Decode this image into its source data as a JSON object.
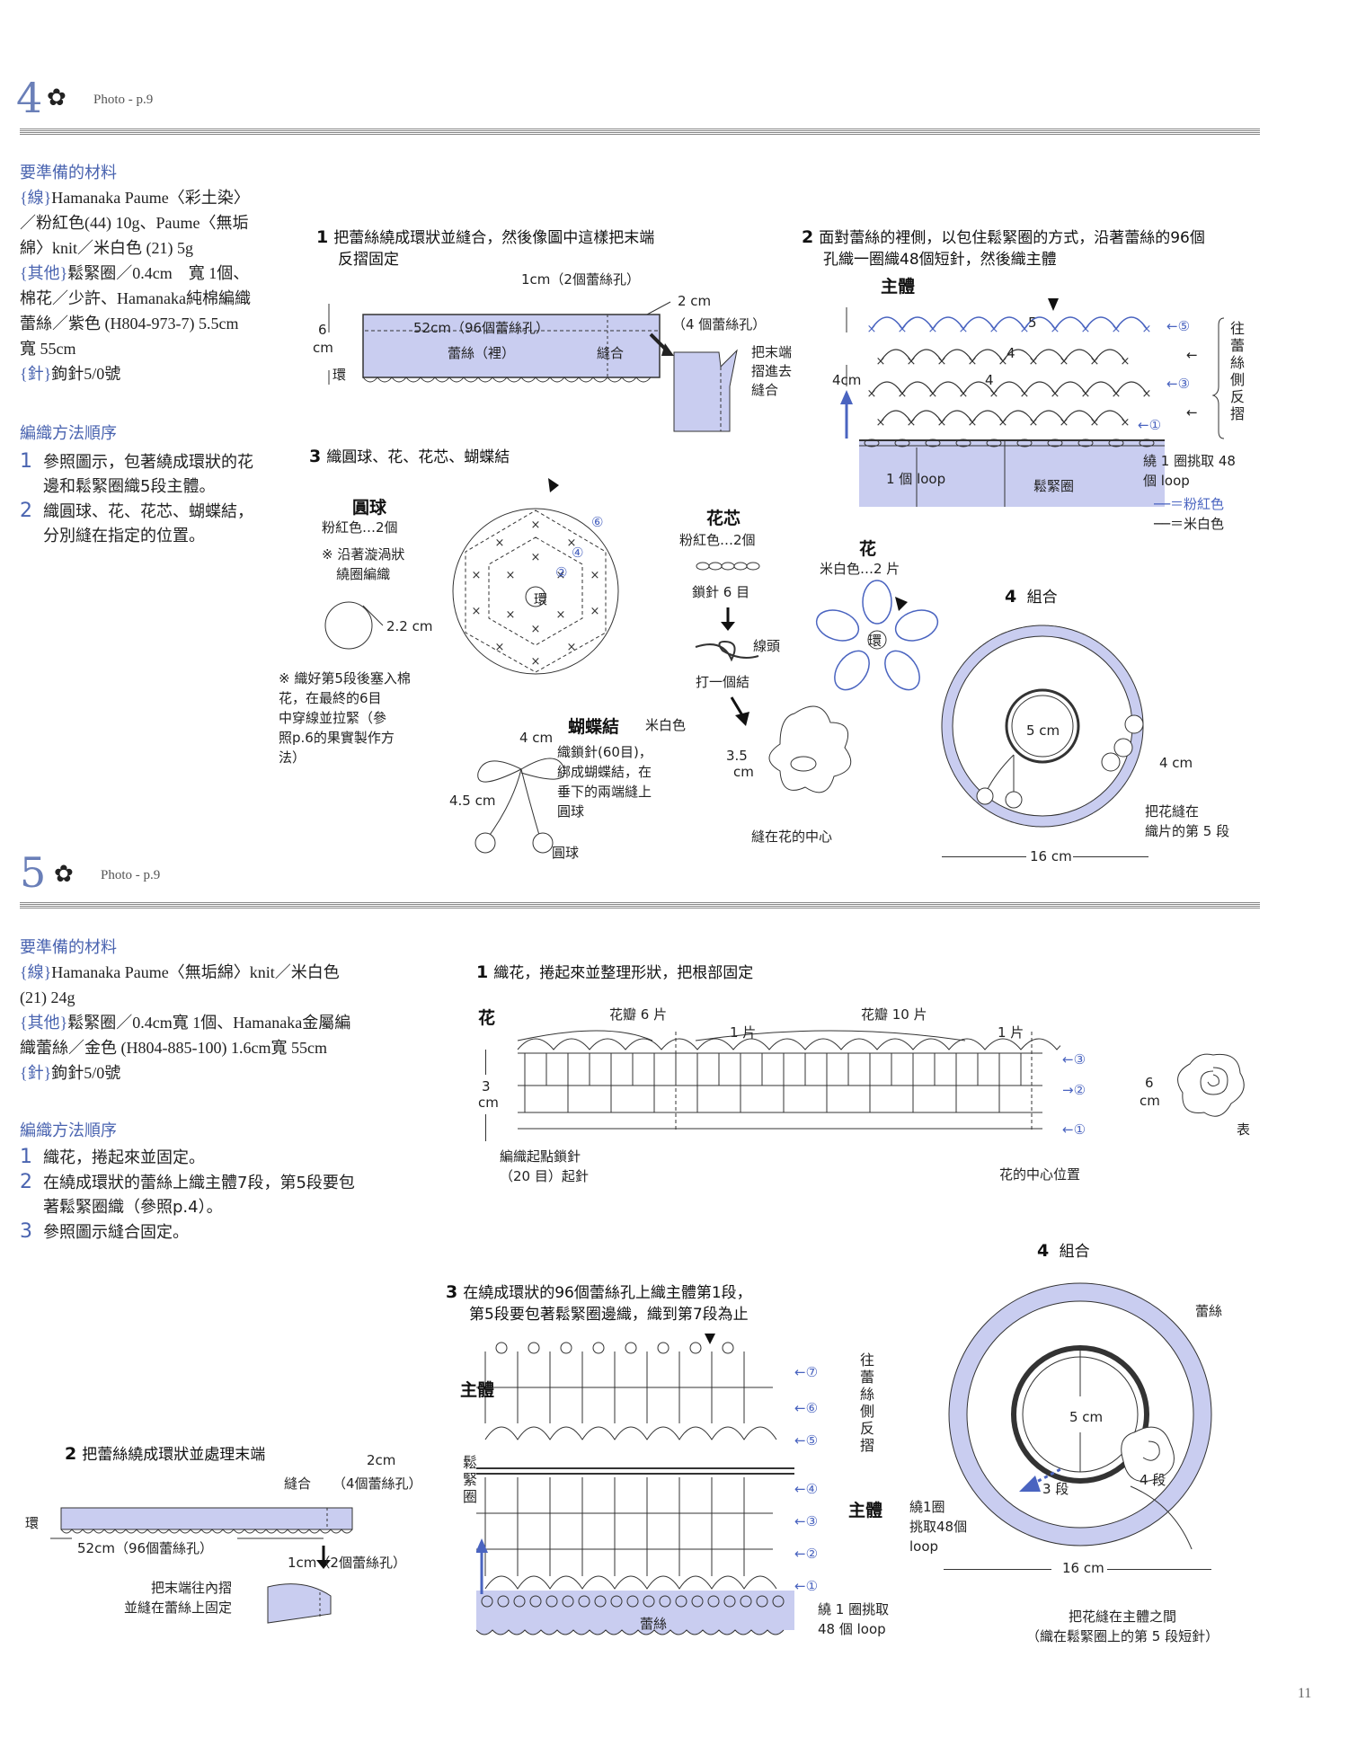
{
  "section4": {
    "number": "4",
    "photo_ref": "Photo - p.9",
    "materials_heading": "要準備的材料",
    "materials": [
      {
        "tag": "{線}",
        "text": "Hamanaka Paume〈彩土染〉"
      },
      {
        "tag": "",
        "text": "／粉紅色(44) 10g、Paume〈無垢"
      },
      {
        "tag": "",
        "text": "綿〉knit／米白色 (21) 5g"
      },
      {
        "tag": "{其他}",
        "text": "鬆緊圈／0.4cm　寬 1個、"
      },
      {
        "tag": "",
        "text": "棉花／少許、Hamanaka純棉編織"
      },
      {
        "tag": "",
        "text": "蕾絲／紫色 (H804-973-7) 5.5cm"
      },
      {
        "tag": "",
        "text": "寬 55cm"
      },
      {
        "tag": "{針}",
        "text": "鉤針5/0號"
      }
    ],
    "method_heading": "編織方法順序",
    "method": [
      {
        "n": "1",
        "lines": [
          "參照圖示，包著繞成環狀的花",
          "邊和鬆緊圈織5段主體。"
        ]
      },
      {
        "n": "2",
        "lines": [
          "織圓球、花、花芯、蝴蝶結，",
          "分別縫在指定的位置。"
        ]
      }
    ],
    "step1": {
      "num": "1",
      "lines": [
        "把蕾絲繞成環狀並縫合，然後像圖中這樣把末端",
        "反摺固定"
      ],
      "lbl_1cm": "1cm（2個蕾絲孔）",
      "lbl_52cm": "52cm（96個蕾絲孔）",
      "lbl_lace_inner": "蕾絲（裡）",
      "lbl_seam": "縫合",
      "lbl_2cm": "2 cm",
      "lbl_4holes": "（4 個蕾絲孔）",
      "lbl_6cm": "6",
      "lbl_cm": "cm",
      "lbl_ring": "環",
      "fold_note": [
        "把末端",
        "摺進去",
        "縫合"
      ]
    },
    "step2": {
      "num": "2",
      "lines": [
        "面對蕾絲的裡側，以包住鬆緊圈的方式，沿著蕾絲的96個",
        "孔織一圈織48個短針，然後織主體"
      ],
      "title": "主體",
      "height": "4cm",
      "rows": [
        "←⑤",
        "←",
        "←③",
        "←",
        "←①"
      ],
      "row_labels": [
        "5",
        "4",
        "4"
      ],
      "side_note": "往蕾絲側反摺",
      "loop1": "1 個 loop",
      "elastic": "鬆緊圈",
      "pick": [
        "繞 1 圈挑取 48",
        "個 loop"
      ],
      "legend": [
        "──＝粉紅色",
        "──＝米白色"
      ]
    },
    "step3": {
      "num": "3",
      "title": "織圓球、花、花芯、蝴蝶結",
      "ball_title": "圓球",
      "ball_color": "粉紅色…2個",
      "ball_note": [
        "※ 沿著漩渦狀",
        "繞圈編織"
      ],
      "ball_size": "2.2 cm",
      "ball_center": "環",
      "ball_rounds": [
        "⑥",
        "④",
        "②"
      ],
      "stuff_note": [
        "※ 織好第5段後塞入棉",
        "花，在最終的6目",
        "中穿線並拉緊（參",
        "照p.6的果實製作方",
        "法）"
      ],
      "core_title": "花芯",
      "core_color": "粉紅色…2個",
      "core_chain": "鎖針 6 目",
      "core_tail": "線頭",
      "core_knot": "打一個結",
      "flower_title": "花",
      "flower_color": "米白色…2 片",
      "flower_center": "環",
      "flower_size": "3.5",
      "flower_cm": "cm",
      "sew_center": "縫在花的中心",
      "bow_title": "蝴蝶結",
      "bow_color": "米白色",
      "bow_4cm": "4 cm",
      "bow_45cm": "4.5 cm",
      "bow_note": [
        "織鎖針(60目)，",
        "綁成蝴蝶結，在",
        "垂下的兩端縫上",
        "圓球"
      ],
      "bow_ball": "圓球"
    },
    "step4": {
      "num": "4",
      "title": "組合",
      "inner": "5 cm",
      "flower": "4 cm",
      "sew_note": [
        "把花縫在",
        "織片的第 5 段"
      ],
      "width": "16 cm"
    }
  },
  "section5": {
    "number": "5",
    "photo_ref": "Photo - p.9",
    "materials_heading": "要準備的材料",
    "materials": [
      {
        "tag": "{線}",
        "text": "Hamanaka Paume〈無垢綿〉knit／米白色"
      },
      {
        "tag": "",
        "text": "(21) 24g"
      },
      {
        "tag": "{其他}",
        "text": "鬆緊圈／0.4cm寬 1個、Hamanaka金屬編"
      },
      {
        "tag": "",
        "text": "織蕾絲／金色 (H804-885-100) 1.6cm寬 55cm"
      },
      {
        "tag": "{針}",
        "text": "鉤針5/0號"
      }
    ],
    "method_heading": "編織方法順序",
    "method": [
      {
        "n": "1",
        "lines": [
          "織花，捲起來並固定。"
        ]
      },
      {
        "n": "2",
        "lines": [
          "在繞成環狀的蕾絲上織主體7段，第5段要包",
          "著鬆緊圈織（參照p.4）。"
        ]
      },
      {
        "n": "3",
        "lines": [
          "參照圖示縫合固定。"
        ]
      }
    ],
    "step1": {
      "num": "1",
      "title": "織花，捲起來並整理形狀，把根部固定",
      "flower": "花",
      "petals6": "花瓣 6 片",
      "petals10": "花瓣 10 片",
      "one": "1 片",
      "one_b": "1 片",
      "rows": [
        "←③",
        "→②",
        "←①"
      ],
      "height_num": "3",
      "height_unit": "cm",
      "start": [
        "編織起點鎖針",
        "（20 目）起針"
      ],
      "center": "花的中心位置",
      "size_num": "6",
      "size_unit": "cm",
      "face": "表"
    },
    "step2": {
      "num": "2",
      "title": "把蕾絲繞成環狀並處理末端",
      "lbl_2cm": "2cm",
      "lbl_seam": "縫合",
      "lbl_4holes": "（4個蕾絲孔）",
      "lbl_ring": "環",
      "lbl_52cm": "52cm（96個蕾絲孔）",
      "lbl_1cm": "1cm（2個蕾絲孔）",
      "fold_note": [
        "把末端往內摺",
        "並縫在蕾絲上固定"
      ]
    },
    "step3": {
      "num": "3",
      "lines": [
        "在繞成環狀的96個蕾絲孔上織主體第1段，",
        "第5段要包著鬆緊圈邊織，織到第7段為止"
      ],
      "body": "主體",
      "body2": "主體",
      "elastic": "鬆緊圈",
      "rows": [
        "←⑦",
        "←⑥",
        "←⑤",
        "←④",
        "←③",
        "←②",
        "←①"
      ],
      "side_note": "往蕾絲側反摺",
      "lace": "蕾絲",
      "pick": [
        "繞 1 圈挑取",
        "48 個 loop"
      ]
    },
    "step4": {
      "num": "4",
      "title": "組合",
      "lace": "蕾絲",
      "inner": "5 cm",
      "r3": "3 段",
      "r4": "4 段",
      "pick": [
        "繞1圈",
        "挑取48個",
        "loop"
      ],
      "width": "16 cm",
      "sew_note": [
        "把花縫在主體之間",
        "（織在鬆緊圈上的第 5 段短針）"
      ]
    }
  },
  "page_number": "11",
  "colors": {
    "accent": "#4a64b0",
    "fill": "#c9cdf0",
    "line": "#3b3b3b",
    "blue": "#4a64c0"
  }
}
